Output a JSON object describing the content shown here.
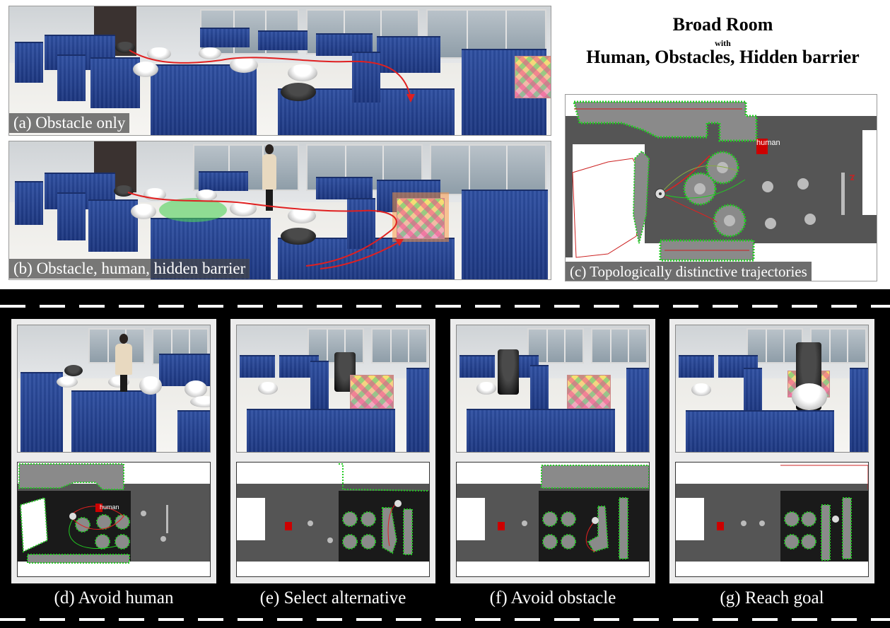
{
  "top": {
    "panel_a": {
      "caption": "(a) Obstacle only"
    },
    "panel_b": {
      "caption": "(b) Obstacle, human, hidden barrier"
    },
    "panel_c": {
      "caption": "(c) Topologically distinctive trajectories",
      "human_label": "human"
    },
    "title": {
      "line1": "Broad Room",
      "line2": "with",
      "line3": "Human, Obstacles, Hidden barrier"
    }
  },
  "bottom": {
    "panels": [
      {
        "id": "d",
        "caption": "(d) Avoid human",
        "map_label": "human"
      },
      {
        "id": "e",
        "caption": "(e) Select alternative"
      },
      {
        "id": "f",
        "caption": "(f) Avoid obstacle"
      },
      {
        "id": "g",
        "caption": "(g) Reach goal"
      }
    ]
  },
  "colors": {
    "panel_blue": "#1f3a8a",
    "trajectory_red": "#e02020",
    "inflation_green": "#22cc22",
    "map_gray": "#555555",
    "map_black": "#1a1a1a",
    "human_marker": "#cc0000",
    "band": "#000000"
  }
}
